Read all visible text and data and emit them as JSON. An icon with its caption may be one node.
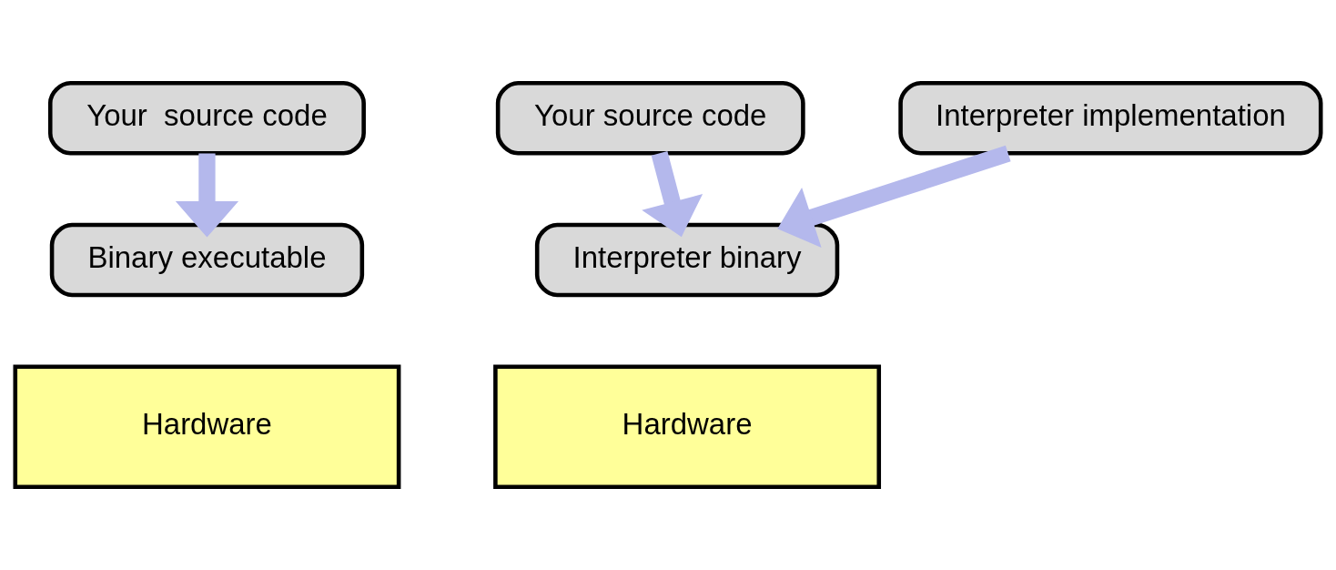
{
  "diagram": {
    "nodes": [
      {
        "text": [
          "Your  source code"
        ]
      },
      {
        "text": [
          "Binary executable"
        ]
      },
      {
        "text": [
          "Hardware"
        ]
      },
      {
        "text": [
          "Interpreter implementation"
        ]
      },
      {
        "text": [
          "Your source code"
        ]
      },
      {
        "text": [
          "Interpreter binary"
        ]
      },
      {
        "text": [
          "Hardware"
        ]
      }
    ],
    "edges": [
      {
        "from": 0,
        "to": 1,
        "arrow": "to"
      },
      {
        "from": 3,
        "to": 5,
        "arrow": "to"
      },
      {
        "from": 4,
        "to": 5,
        "arrow": "to"
      }
    ]
  }
}
